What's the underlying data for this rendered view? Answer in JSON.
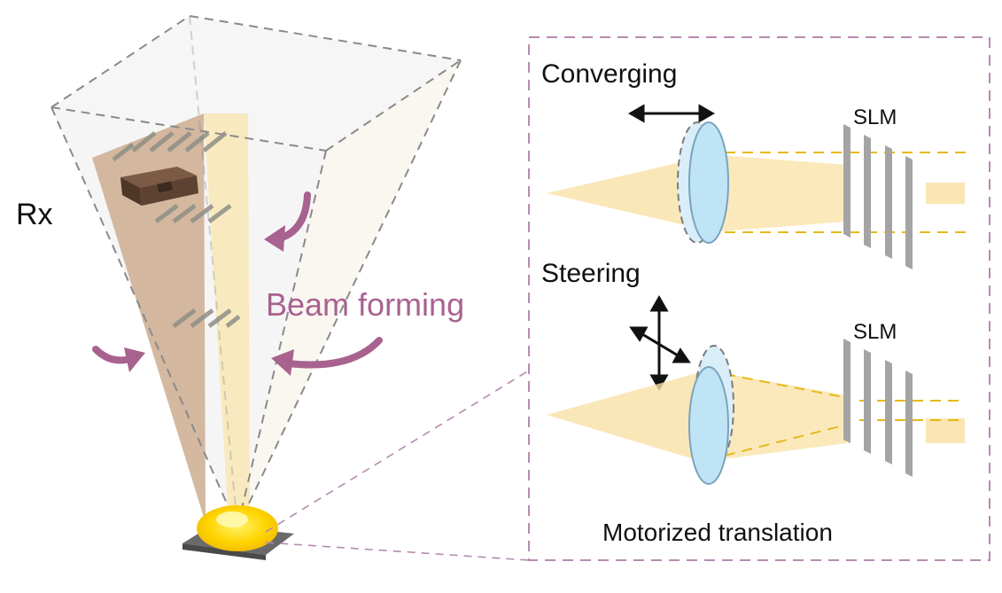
{
  "labels": {
    "rx": "Rx",
    "beam_forming": "Beam forming",
    "converging": "Converging",
    "steering": "Steering",
    "slm_top": "SLM",
    "slm_bottom": "SLM",
    "motorized": "Motorized translation"
  },
  "colors": {
    "accent_purple": "#a8628f",
    "beam_yellow": "#f9e1a6",
    "lens_blue": "#bfe4f5",
    "lens_stroke": "#7aa3bd",
    "slm_gray": "#a4a4a4",
    "box_dash": "#b58bb0"
  }
}
